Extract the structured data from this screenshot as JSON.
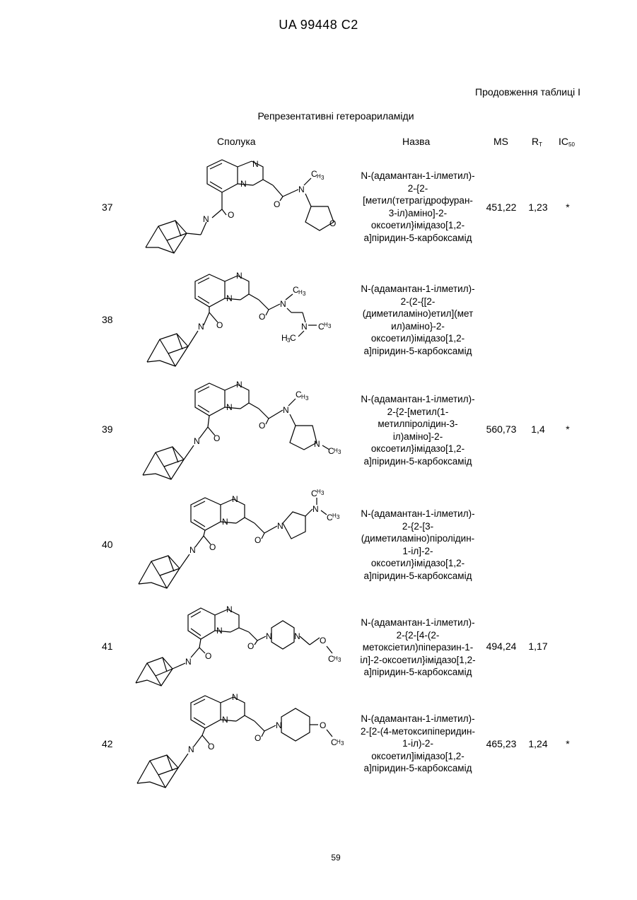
{
  "header": {
    "document_id": "UA   99448   C2",
    "continuation": "Продовження таблиці I",
    "table_title": "Репрезентативні гетероариламіди"
  },
  "columns": {
    "compound": "Сполука",
    "name": "Назва",
    "ms": "MS",
    "rt_main": "R",
    "rt_sub": "T",
    "ic_main": "IC",
    "ic_sub": "50"
  },
  "rows": [
    {
      "num": "37",
      "name_lines": [
        "N-(адамантан-1-ілметил)-",
        "2-{2-",
        "[метил(тетрагідрофуран-",
        "3-іл)аміно]-2-",
        "оксоетил}імідазо[1,2-",
        "a]піридин-5-карбоксамід"
      ],
      "ms": "451,22",
      "rt": "1,23",
      "ic50": "*"
    },
    {
      "num": "38",
      "name_lines": [
        "N-(адамантан-1-ілметил)-",
        "2-(2-{[2-",
        "(диметиламіно)етил](мет",
        "ил)аміно}-2-",
        "оксоетил)імідазо[1,2-",
        "a]піридин-5-карбоксамід"
      ],
      "ms": "",
      "rt": "",
      "ic50": ""
    },
    {
      "num": "39",
      "name_lines": [
        "N-(адамантан-1-ілметил)-",
        "2-{2-[метил(1-",
        "метилпіролідин-3-",
        "іл)аміно]-2-",
        "оксоетил}імідазо[1,2-",
        "a]піридин-5-карбоксамід"
      ],
      "ms": "560,73",
      "rt": "1,4",
      "ic50": "*"
    },
    {
      "num": "40",
      "name_lines": [
        "N-(адамантан-1-ілметил)-",
        "2-{2-[3-",
        "(диметиламіно)піролідин-",
        "1-іл]-2-",
        "оксоетил}імідазо[1,2-",
        "a]піридин-5-карбоксамід"
      ],
      "ms": "",
      "rt": "",
      "ic50": ""
    },
    {
      "num": "41",
      "name_lines": [
        "N-(адамантан-1-ілметил)-",
        "2-{2-[4-(2-",
        "метоксіетил)піперазин-1-",
        "іл]-2-оксоетил}імідазо[1,2-",
        "a]піридин-5-карбоксамід"
      ],
      "ms": "494,24",
      "rt": "1,17",
      "ic50": ""
    },
    {
      "num": "42",
      "name_lines": [
        "N-(адамантан-1-ілметил)-",
        "2-[2-(4-метоксипіперидин-",
        "1-іл)-2-",
        "оксоетил]імідазо[1,2-",
        "a]піридин-5-карбоксамід"
      ],
      "ms": "465,23",
      "rt": "1,24",
      "ic50": "*"
    }
  ],
  "atoms": {
    "N": "N",
    "O": "O",
    "C": "C",
    "H": "H",
    "H3": "3"
  },
  "page_number": "59"
}
